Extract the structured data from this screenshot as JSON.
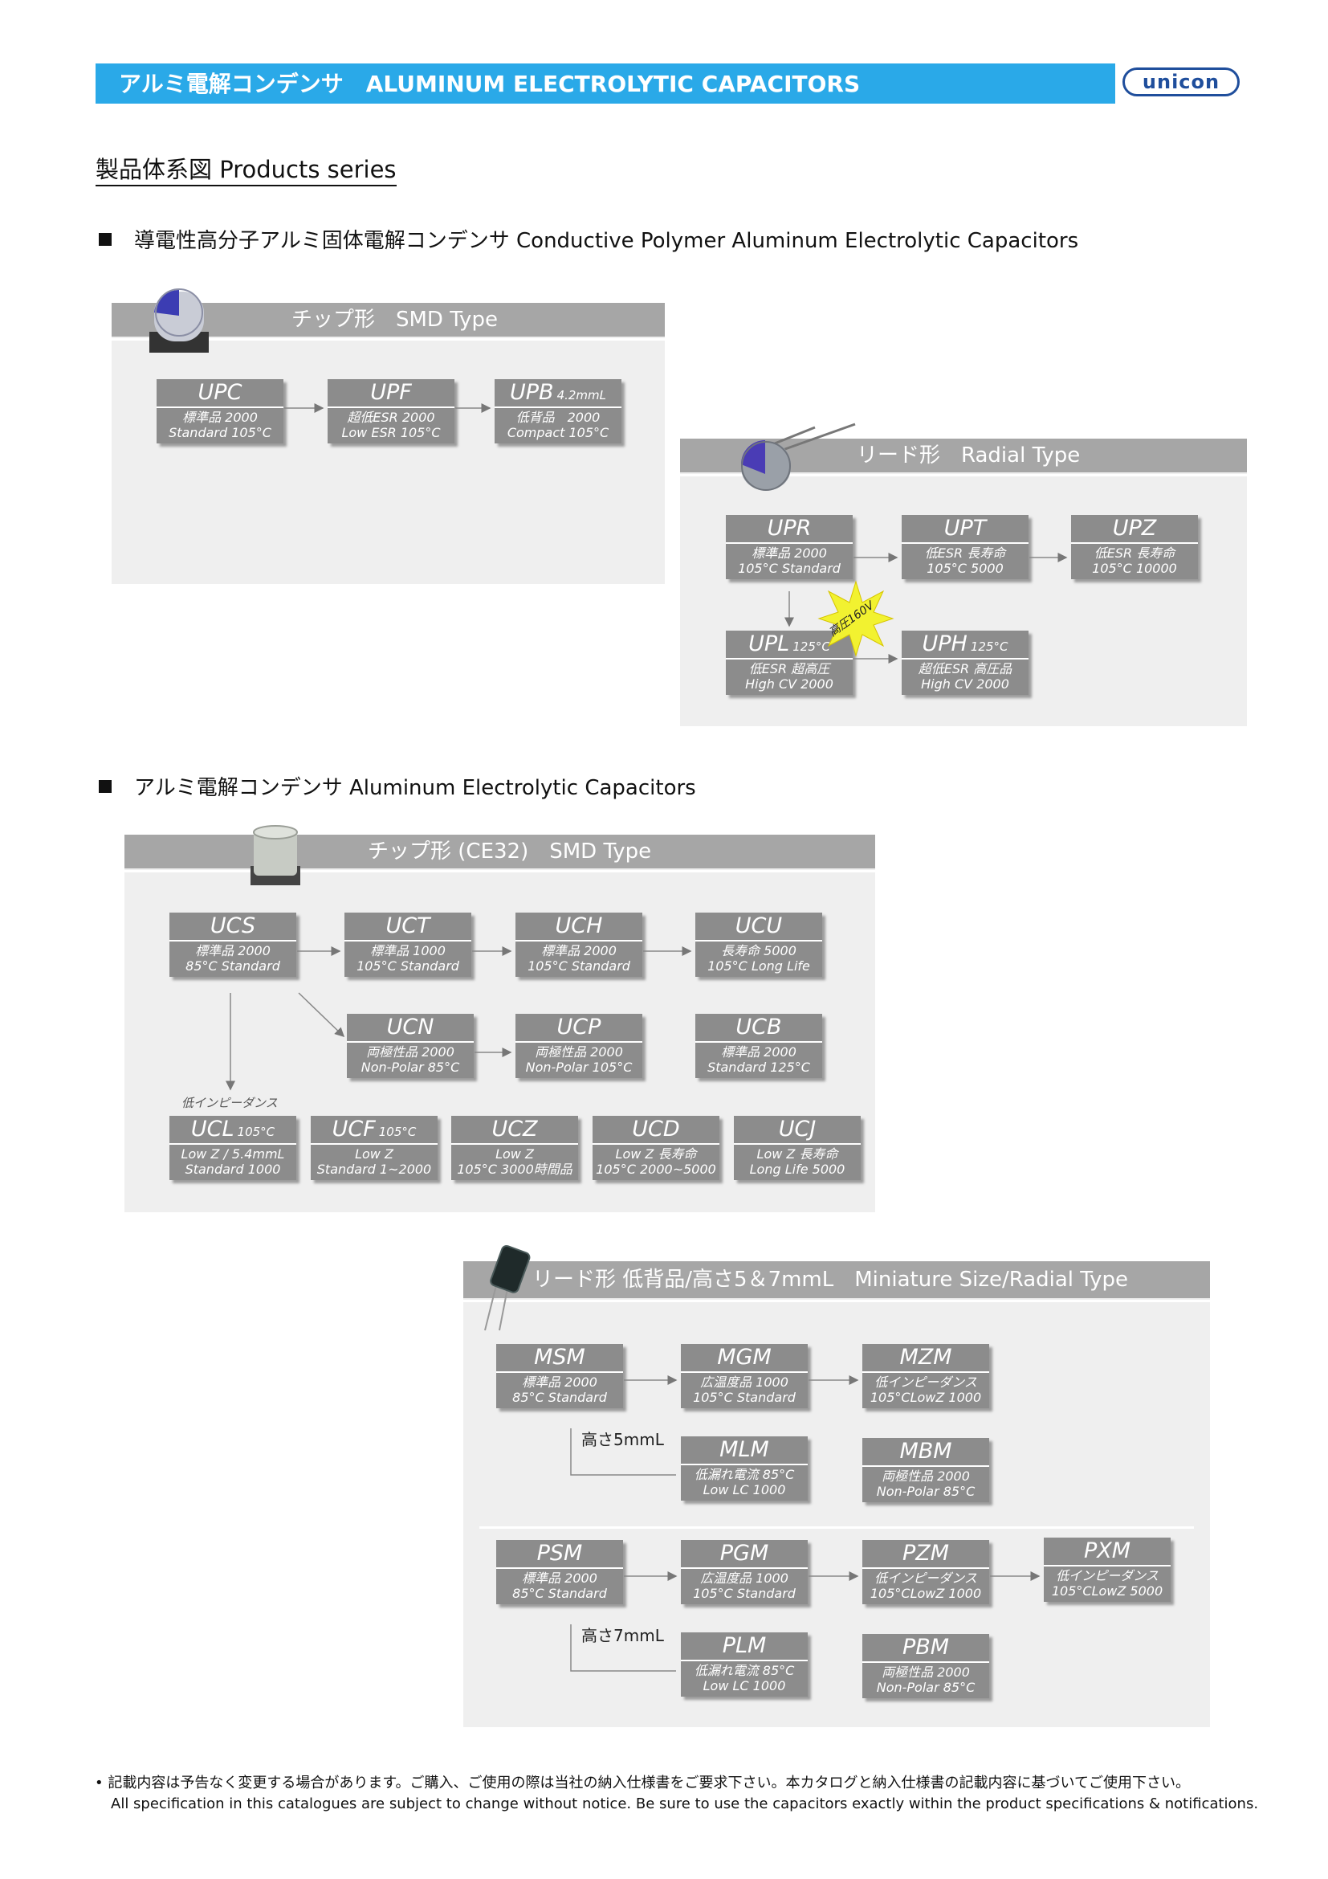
{
  "header": {
    "title": "アルミ電解コンデンサ　ALUMINUM ELECTROLYTIC CAPACITORS",
    "logo": "unicon"
  },
  "page_title": "製品体系図  Products series",
  "section1": {
    "title": "導電性高分子アルミ固体電解コンデンサ  Conductive Polymer Aluminum Electrolytic Capacitors",
    "smd": {
      "label": "チップ形　SMD Type",
      "products": [
        {
          "name": "UPC",
          "sub": "",
          "d1": "標準品 2000",
          "d2": "Standard 105°C"
        },
        {
          "name": "UPF",
          "sub": "",
          "d1": "超低ESR 2000",
          "d2": "Low ESR 105°C"
        },
        {
          "name": "UPB",
          "sub": "4.2mmL",
          "d1": "低背品　2000",
          "d2": "Compact 105°C"
        }
      ]
    },
    "radial": {
      "label": "リード形　Radial Type",
      "badge": "高圧160V",
      "products": [
        {
          "name": "UPR",
          "sub": "",
          "d1": "標準品 2000",
          "d2": "105°C Standard"
        },
        {
          "name": "UPT",
          "sub": "",
          "d1": "低ESR 長寿命",
          "d2": "105°C 5000"
        },
        {
          "name": "UPZ",
          "sub": "",
          "d1": "低ESR 長寿命",
          "d2": "105°C 10000"
        },
        {
          "name": "UPL",
          "sub": "125°C",
          "d1": "低ESR 超高圧",
          "d2": "High CV 2000"
        },
        {
          "name": "UPH",
          "sub": "125°C",
          "d1": "超低ESR 高圧品",
          "d2": "High CV 2000"
        }
      ]
    }
  },
  "section2": {
    "title": "アルミ電解コンデンサ  Aluminum Electrolytic Capacitors",
    "smd": {
      "label": "チップ形 (CE32)　SMD Type",
      "low_impedance_note": "低インピーダンス",
      "products": [
        {
          "name": "UCS",
          "sub": "",
          "d1": "標準品 2000",
          "d2": "85°C Standard"
        },
        {
          "name": "UCT",
          "sub": "",
          "d1": "標準品 1000",
          "d2": "105°C Standard"
        },
        {
          "name": "UCH",
          "sub": "",
          "d1": "標準品 2000",
          "d2": "105°C Standard"
        },
        {
          "name": "UCU",
          "sub": "",
          "d1": "長寿命 5000",
          "d2": "105°C  Long Life"
        },
        {
          "name": "UCN",
          "sub": "",
          "d1": "両極性品 2000",
          "d2": "Non-Polar 85°C"
        },
        {
          "name": "UCP",
          "sub": "",
          "d1": "両極性品 2000",
          "d2": "Non-Polar 105°C"
        },
        {
          "name": "UCB",
          "sub": "",
          "d1": "標準品 2000",
          "d2": "Standard 125°C"
        },
        {
          "name": "UCL",
          "sub": "105°C",
          "d1": "Low Z / 5.4mmL",
          "d2": "Standard 1000"
        },
        {
          "name": "UCF",
          "sub": "105°C",
          "d1": "Low Z",
          "d2": "Standard 1~2000"
        },
        {
          "name": "UCZ",
          "sub": "",
          "d1": "Low Z",
          "d2": "105°C 3000時間品"
        },
        {
          "name": "UCD",
          "sub": "",
          "d1": "Low Z  長寿命",
          "d2": "105°C 2000~5000"
        },
        {
          "name": "UCJ",
          "sub": "",
          "d1": "Low Z  長寿命",
          "d2": "Long Life 5000"
        }
      ]
    },
    "mini": {
      "label": "リード形 低背品/高さ5＆7mmL　Miniature Size/Radial Type",
      "height5": "高さ5mmL",
      "height7": "高さ7mmL",
      "products": [
        {
          "name": "MSM",
          "sub": "",
          "d1": "標準品  2000",
          "d2": "85°C Standard"
        },
        {
          "name": "MGM",
          "sub": "",
          "d1": "広温度品  1000",
          "d2": "105°C Standard"
        },
        {
          "name": "MZM",
          "sub": "",
          "d1": "低インピーダンス",
          "d2": "105°CLowZ 1000"
        },
        {
          "name": "MLM",
          "sub": "",
          "d1": "低漏れ電流  85°C",
          "d2": "Low  LC   1000"
        },
        {
          "name": "MBM",
          "sub": "",
          "d1": "両極性品 2000",
          "d2": "Non-Polar 85°C"
        },
        {
          "name": "PSM",
          "sub": "",
          "d1": "標準品  2000",
          "d2": "85°C Standard"
        },
        {
          "name": "PGM",
          "sub": "",
          "d1": "広温度品  1000",
          "d2": "105°C Standard"
        },
        {
          "name": "PZM",
          "sub": "",
          "d1": "低インピーダンス",
          "d2": "105°CLowZ 1000"
        },
        {
          "name": "PXM",
          "sub": "",
          "d1": "低インピーダンス",
          "d2": "105°CLowZ 5000"
        },
        {
          "name": "PLM",
          "sub": "",
          "d1": "低漏れ電流  85°C",
          "d2": "Low  LC   1000"
        },
        {
          "name": "PBM",
          "sub": "",
          "d1": "両極性品 2000",
          "d2": "Non-Polar 85°C"
        }
      ]
    }
  },
  "footer": {
    "line1": "記載内容は予告なく変更する場合があります。ご購入、ご使用の際は当社の納入仕様書をご要求下さい。本カタログと納入仕様書の記載内容に基づいてご使用下さい。",
    "line2": "All specification in this catalogues are subject to change without notice. Be sure to use the capacitors exactly within the product specifications & notifications."
  },
  "colors": {
    "header_bar": "#2aa9e8",
    "logo": "#1f4e9c",
    "panel_bg": "#efefef",
    "panel_bar": "#a6a6a6",
    "product_box": "#8c8c8c"
  }
}
